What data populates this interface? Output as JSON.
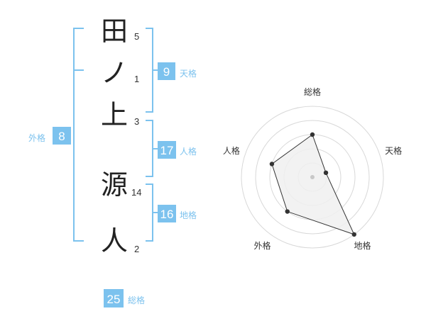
{
  "name": {
    "chars": [
      {
        "char": "田",
        "strokes": "5"
      },
      {
        "char": "ノ",
        "strokes": "1"
      },
      {
        "char": "上",
        "strokes": "3"
      },
      {
        "char": "源",
        "strokes": "14"
      },
      {
        "char": "人",
        "strokes": "2"
      }
    ]
  },
  "kakusu": {
    "tenkaku": {
      "label": "天格",
      "value": "9"
    },
    "jinkaku": {
      "label": "人格",
      "value": "17"
    },
    "chikaku": {
      "label": "地格",
      "value": "16"
    },
    "gaikaku": {
      "label": "外格",
      "value": "8"
    },
    "soukaku": {
      "label": "総格",
      "value": "25"
    }
  },
  "colors": {
    "accent": "#7cc2ee",
    "fill": "#f0f0f0",
    "ring": "#d8d8d8",
    "line": "#333333"
  },
  "chart_data": {
    "type": "radar",
    "axes": [
      "総格",
      "天格",
      "地格",
      "外格",
      "人格"
    ],
    "values": [
      3,
      1,
      5,
      3,
      3
    ],
    "max": 5
  }
}
